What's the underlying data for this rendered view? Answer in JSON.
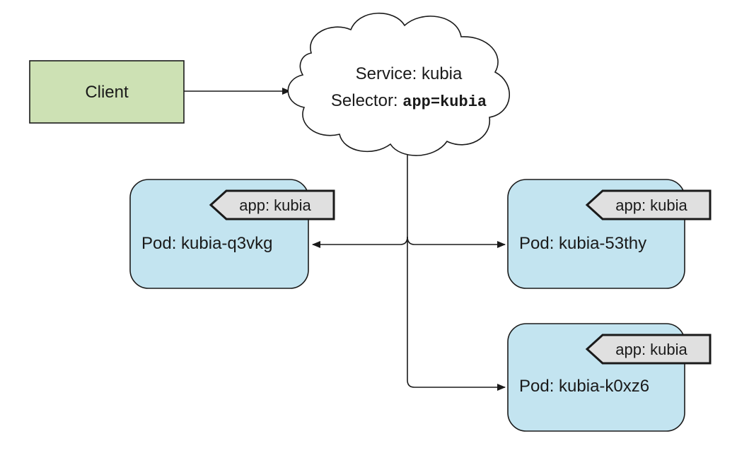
{
  "client": {
    "label": "Client"
  },
  "service": {
    "line1": "Service: kubia",
    "selector_prefix": "Selector: ",
    "selector_value": "app=kubia"
  },
  "pods": [
    {
      "name": "Pod: kubia-q3vkg",
      "tag": "app: kubia"
    },
    {
      "name": "Pod: kubia-53thy",
      "tag": "app: kubia"
    },
    {
      "name": "Pod: kubia-k0xz6",
      "tag": "app: kubia"
    }
  ],
  "colors": {
    "client_fill": "#cde1b4",
    "pod_fill": "#c3e4f0",
    "tag_fill": "#e0e0e0",
    "stroke": "#1a1a1a"
  }
}
